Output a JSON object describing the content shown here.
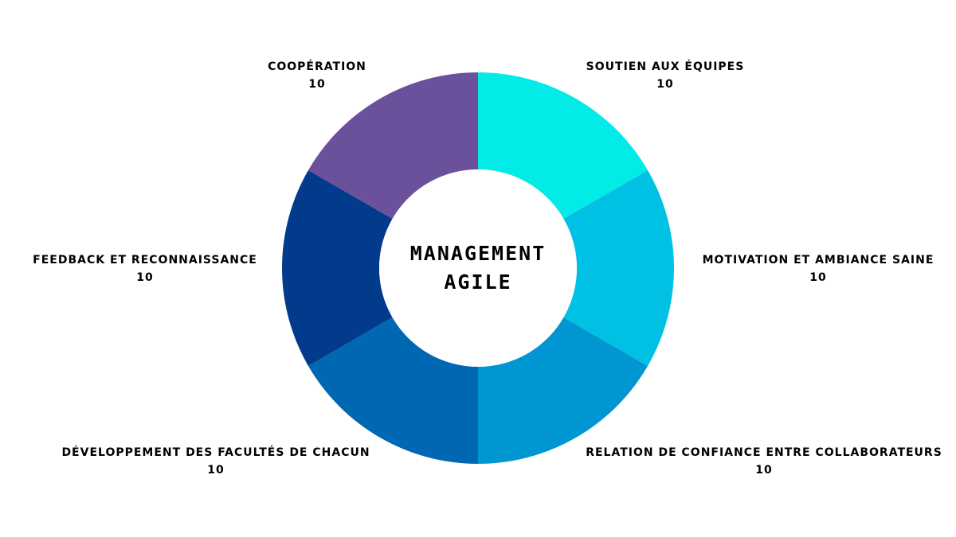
{
  "chart_data": {
    "type": "pie",
    "variant": "donut",
    "center_title": [
      "MANAGEMENT",
      "AGILE"
    ],
    "slices": [
      {
        "label": "SOUTIEN AUX ÉQUIPES",
        "value": 10,
        "color": "#03EBE6"
      },
      {
        "label": "MOTIVATION ET AMBIANCE SAINE",
        "value": 10,
        "color": "#00C1E3"
      },
      {
        "label": "RELATION DE CONFIANCE ENTRE COLLABORATEURS",
        "value": 10,
        "color": "#0096D1"
      },
      {
        "label": "DÉVELOPPEMENT DES FACULTÉS DE CHACUN",
        "value": 10,
        "color": "#0068B2"
      },
      {
        "label": "FEEDBACK ET RECONNAISSANCE",
        "value": 10,
        "color": "#023A8C"
      },
      {
        "label": "COOPÉRATION",
        "value": 10,
        "color": "#6B509C"
      }
    ],
    "legend": "none",
    "start": "top",
    "direction": "clockwise"
  }
}
